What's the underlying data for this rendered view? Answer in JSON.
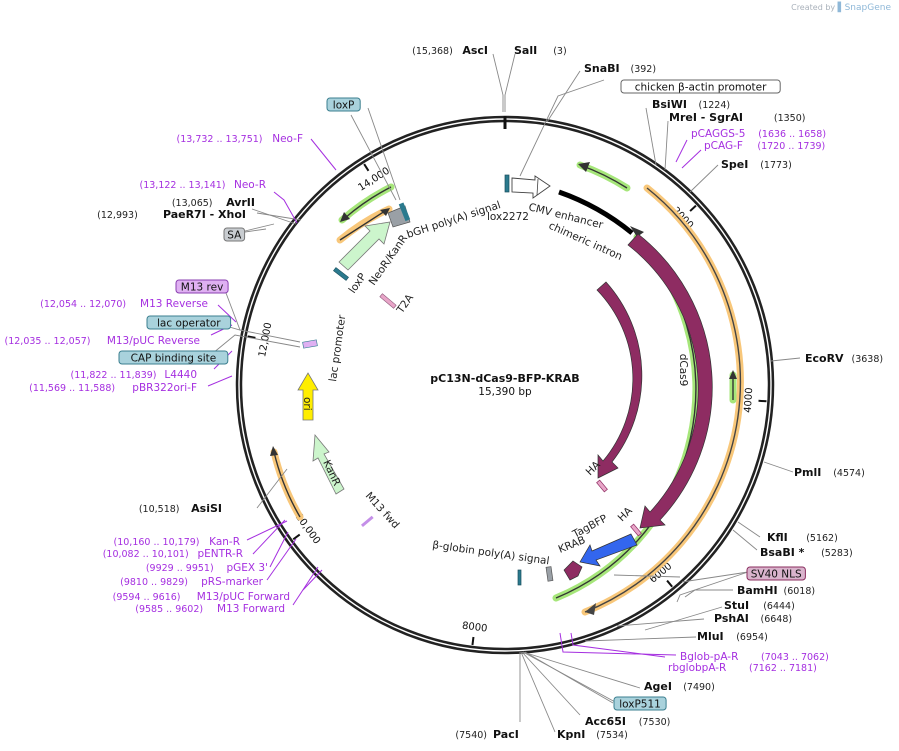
{
  "plasmid": {
    "name": "pC13N-dCas9-BFP-KRAB",
    "length_label": "15,390 bp",
    "length_bp": 15390
  },
  "credit": {
    "prefix": "Created by",
    "brand": "SnapGene"
  },
  "ticks": [
    {
      "bp": 2000,
      "label": "2000"
    },
    {
      "bp": 4000,
      "label": "4000"
    },
    {
      "bp": 6000,
      "label": "6000"
    },
    {
      "bp": 8000,
      "label": "8000"
    },
    {
      "bp": 10000,
      "label": "10,000"
    },
    {
      "bp": 12000,
      "label": "12,000"
    },
    {
      "bp": 14000,
      "label": "14,000"
    }
  ],
  "restriction_sites": [
    {
      "name": "AscI",
      "pos": "(15,368)",
      "bp": 15368
    },
    {
      "name": "SalI",
      "pos": "(3)",
      "bp": 3
    },
    {
      "name": "SnaBI",
      "pos": "(392)",
      "bp": 392
    },
    {
      "name": "BsiWI",
      "pos": "(1224)",
      "bp": 1224
    },
    {
      "name": "MreI  - SgrAI",
      "pos": "(1350)",
      "bp": 1350
    },
    {
      "name": "SpeI",
      "pos": "(1773)",
      "bp": 1773
    },
    {
      "name": "EcoRV",
      "pos": "(3638)",
      "bp": 3638
    },
    {
      "name": "PmlI",
      "pos": "(4574)",
      "bp": 4574
    },
    {
      "name": "KflI",
      "pos": "(5162)",
      "bp": 5162
    },
    {
      "name": "BsaBI *",
      "pos": "(5283)",
      "bp": 5283
    },
    {
      "name": "BamHI",
      "pos": "(6018)",
      "bp": 6018
    },
    {
      "name": "StuI",
      "pos": "(6444)",
      "bp": 6444
    },
    {
      "name": "PshAI",
      "pos": "(6648)",
      "bp": 6648
    },
    {
      "name": "MluI",
      "pos": "(6954)",
      "bp": 6954
    },
    {
      "name": "AgeI",
      "pos": "(7490)",
      "bp": 7490
    },
    {
      "name": "Acc65I",
      "pos": "(7530)",
      "bp": 7530
    },
    {
      "name": "KpnI",
      "pos": "(7534)",
      "bp": 7534
    },
    {
      "name": "PacI",
      "pos": "(7540)",
      "bp": 7540
    },
    {
      "name": "AsiSI",
      "pos": "(10,518)",
      "bp": 10518
    },
    {
      "name": "PaeR7I  - XhoI",
      "pos": "(12,993)",
      "bp": 12993
    },
    {
      "name": "AvrII",
      "pos": "(13,065)",
      "bp": 13065
    }
  ],
  "primers": [
    {
      "name": "pCAGGS-5",
      "pos": "(1636 .. 1658)"
    },
    {
      "name": "pCAG-F",
      "pos": "(1720 .. 1739)"
    },
    {
      "name": "Bglob-pA-R",
      "pos": "(7043 .. 7062)"
    },
    {
      "name": "rbglobpA-R",
      "pos": "(7162 .. 7181)"
    },
    {
      "name": "M13 Forward",
      "pos": "(9585 .. 9602)"
    },
    {
      "name": "M13/pUC Forward",
      "pos": "(9594 .. 9616)"
    },
    {
      "name": "pRS-marker",
      "pos": "(9810 .. 9829)"
    },
    {
      "name": "pGEX 3'",
      "pos": "(9929 .. 9951)"
    },
    {
      "name": "pENTR-R",
      "pos": "(10,082 .. 10,101)"
    },
    {
      "name": "Kan-R",
      "pos": "(10,160 .. 10,179)"
    },
    {
      "name": "pBR322ori-F",
      "pos": "(11,569 .. 11,588)"
    },
    {
      "name": "L4440",
      "pos": "(11,822 .. 11,839)"
    },
    {
      "name": "M13/pUC Reverse",
      "pos": "(12,035 .. 12,057)"
    },
    {
      "name": "M13 Reverse",
      "pos": "(12,054 .. 12,070)"
    },
    {
      "name": "Neo-R",
      "pos": "(13,122 .. 13,141)"
    },
    {
      "name": "Neo-F",
      "pos": "(13,732 .. 13,751)"
    }
  ],
  "boxed_features": [
    {
      "name": "chicken β-actin promoter",
      "color": "#ffffff",
      "border": "#666666"
    },
    {
      "name": "SV40 NLS",
      "color": "#d9b3cc",
      "border": "#8a2c5e"
    },
    {
      "name": "loxP511",
      "color": "#a9d2dc",
      "border": "#3b7f8f"
    },
    {
      "name": "loxP",
      "color": "#a9d2dc",
      "border": "#3b7f8f"
    },
    {
      "name": "SA",
      "color": "#c8ccd0",
      "border": "#777777"
    },
    {
      "name": "M13 rev",
      "color": "#dfb0f2",
      "border": "#8a3fb0"
    },
    {
      "name": "lac operator",
      "color": "#a9d2dc",
      "border": "#3b7f8f"
    },
    {
      "name": "CAP binding site",
      "color": "#a9d2dc",
      "border": "#3b7f8f"
    }
  ],
  "inner_labels": {
    "cmv_enhancer": "CMV enhancer",
    "chimeric_intron": "chimeric intron",
    "lox2272": "lox2272",
    "bgh_polya": "bGH poly(A) signal",
    "neor_kanr": "NeoR/KanR",
    "loxp": "loxP",
    "t2a": "T2A",
    "lac_promoter": "lac promoter",
    "ori": "ori",
    "kanr": "KanR",
    "m13_fwd": "M13 fwd",
    "beta_globin_polya": "β-globin poly(A) signal",
    "krab": "KRAB",
    "tagbfp": "TagBFP",
    "ha1": "HA",
    "ha2": "HA",
    "cas9": "Cas9",
    "dcas9": "dCas9"
  },
  "colors": {
    "backbone": "#222222",
    "cas9": "#8e2c62",
    "tagbfp": "#3366ee",
    "neor": "#ccf5cc",
    "ori": "#ffee00",
    "orf_green": "#a6e67a",
    "orf_orange": "#f8c77a",
    "primer": "#a52fe0"
  }
}
